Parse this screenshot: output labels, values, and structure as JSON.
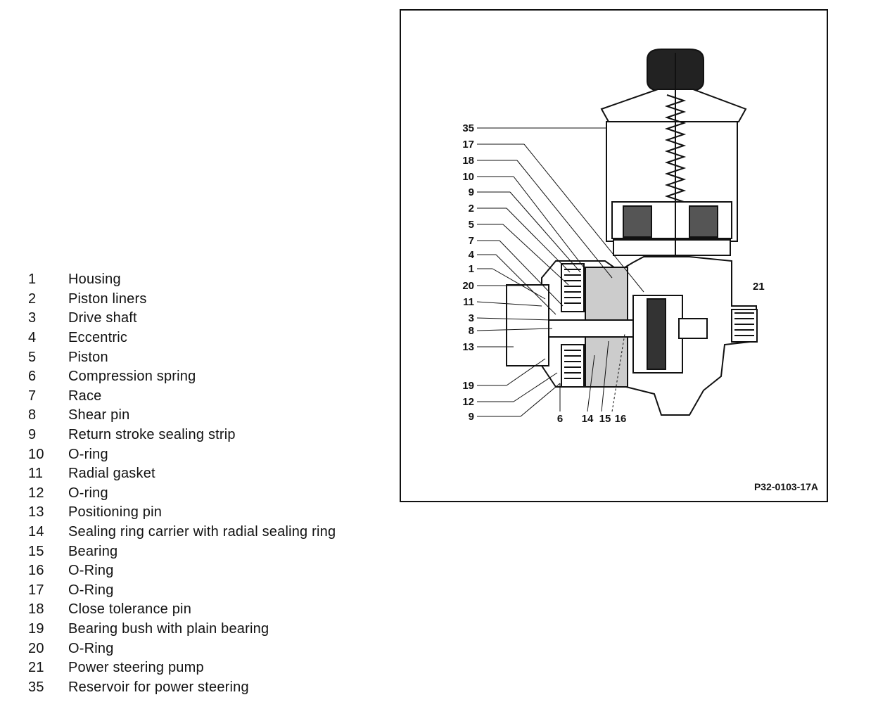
{
  "legend": [
    {
      "num": "1",
      "label": "Housing"
    },
    {
      "num": "2",
      "label": "Piston liners"
    },
    {
      "num": "3",
      "label": "Drive shaft"
    },
    {
      "num": "4",
      "label": "Eccentric"
    },
    {
      "num": "5",
      "label": "Piston"
    },
    {
      "num": "6",
      "label": "Compression spring"
    },
    {
      "num": "7",
      "label": "Race"
    },
    {
      "num": "8",
      "label": "Shear pin"
    },
    {
      "num": "9",
      "label": "Return stroke sealing strip"
    },
    {
      "num": "10",
      "label": "O-ring"
    },
    {
      "num": "11",
      "label": "Radial gasket"
    },
    {
      "num": "12",
      "label": "O-ring"
    },
    {
      "num": "13",
      "label": "Positioning pin"
    },
    {
      "num": "14",
      "label": "Sealing ring carrier with radial sealing ring"
    },
    {
      "num": "15",
      "label": "Bearing"
    },
    {
      "num": "16",
      "label": "O-Ring"
    },
    {
      "num": "17",
      "label": "O-Ring"
    },
    {
      "num": "18",
      "label": "Close tolerance pin"
    },
    {
      "num": "19",
      "label": "Bearing bush with plain bearing"
    },
    {
      "num": "20",
      "label": "O-Ring"
    },
    {
      "num": "21",
      "label": "Power steering pump"
    },
    {
      "num": "35",
      "label": "Reservoir for power steering"
    }
  ],
  "figure": {
    "code": "P32-0103-17A",
    "callouts_left": [
      "35",
      "17",
      "18",
      "10",
      "9",
      "2",
      "5",
      "7",
      "4",
      "1",
      "20",
      "11",
      "3",
      "8",
      "13",
      "19",
      "12",
      "9"
    ],
    "callouts_bottom": [
      "6",
      "14",
      "15",
      "16"
    ],
    "callout_right": "21"
  }
}
